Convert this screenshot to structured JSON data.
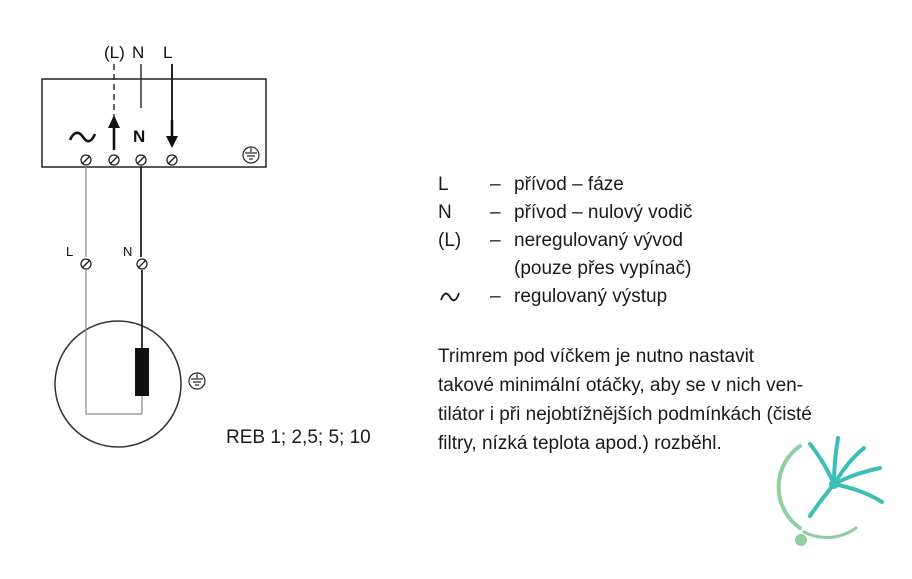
{
  "diagram": {
    "top_labels": {
      "l_paren": "(L)",
      "n": "N",
      "l": "L"
    },
    "box_labels": {
      "n": "N"
    },
    "wire_labels": {
      "l": "L",
      "n": "N"
    }
  },
  "legend": [
    {
      "symbol": "L",
      "text": "přívod – fáze"
    },
    {
      "symbol": "N",
      "text": "přívod – nulový vodič"
    },
    {
      "symbol": "(L)",
      "text": "neregulovaný vývod"
    },
    {
      "symbol": "",
      "text": "(pouze přes vypínač)"
    },
    {
      "symbol_icon": "regulated-output-icon",
      "text": "regulovaný výstup"
    }
  ],
  "legend_dash": "–",
  "note": "Trimrem pod víčkem je nutno nastavit\ntakové minimální otáčky, aby se v nich ven-\ntilátor i při nejobtížnějších podmínkách (čisté\nfiltry, nízká teplota apod.) rozběhl.",
  "model": "REB 1; 2,5; 5; 10",
  "colors": {
    "logo_teal": "#3bbfb4",
    "logo_green": "#8fcf9e",
    "line": "#222222"
  },
  "icons": [
    "regulated-output-icon",
    "ground-icon",
    "terminal-icon",
    "logo-icon"
  ]
}
